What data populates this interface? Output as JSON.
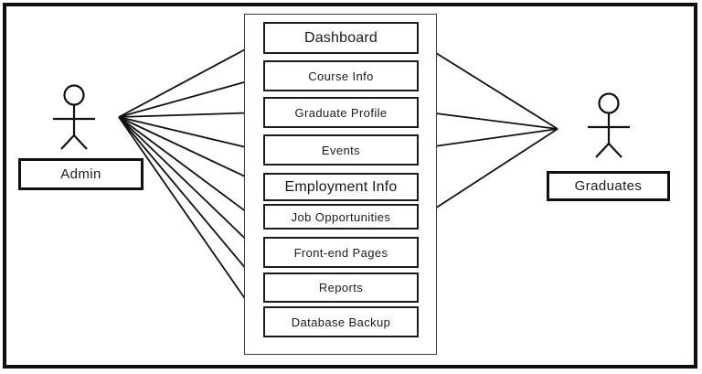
{
  "diagram": {
    "type": "use-case-diagram",
    "background_color": "#ffffff",
    "line_color": "#111111",
    "actors": [
      {
        "id": "admin",
        "label": "Admin"
      },
      {
        "id": "graduates",
        "label": "Graduates"
      }
    ],
    "use_cases": [
      {
        "id": "dashboard",
        "label": "Dashboard",
        "emphasis": true
      },
      {
        "id": "course-info",
        "label": "Course Info",
        "emphasis": false
      },
      {
        "id": "graduate-profile",
        "label": "Graduate Profile",
        "emphasis": false
      },
      {
        "id": "events",
        "label": "Events",
        "emphasis": false
      },
      {
        "id": "employment-info",
        "label": "Employment Info",
        "emphasis": true
      },
      {
        "id": "job-opportunities",
        "label": "Job Opportunities",
        "emphasis": false
      },
      {
        "id": "front-end-pages",
        "label": "Front-end Pages",
        "emphasis": false
      },
      {
        "id": "reports",
        "label": "Reports",
        "emphasis": false
      },
      {
        "id": "database-backup",
        "label": "Database Backup",
        "emphasis": false
      }
    ],
    "connections": [
      {
        "from": "admin",
        "to": "dashboard"
      },
      {
        "from": "admin",
        "to": "course-info"
      },
      {
        "from": "admin",
        "to": "graduate-profile"
      },
      {
        "from": "admin",
        "to": "events"
      },
      {
        "from": "admin",
        "to": "employment-info"
      },
      {
        "from": "admin",
        "to": "job-opportunities"
      },
      {
        "from": "admin",
        "to": "front-end-pages"
      },
      {
        "from": "admin",
        "to": "reports"
      },
      {
        "from": "admin",
        "to": "database-backup"
      },
      {
        "from": "graduates",
        "to": "dashboard"
      },
      {
        "from": "graduates",
        "to": "graduate-profile"
      },
      {
        "from": "graduates",
        "to": "events"
      },
      {
        "from": "graduates",
        "to": "job-opportunities"
      }
    ]
  }
}
